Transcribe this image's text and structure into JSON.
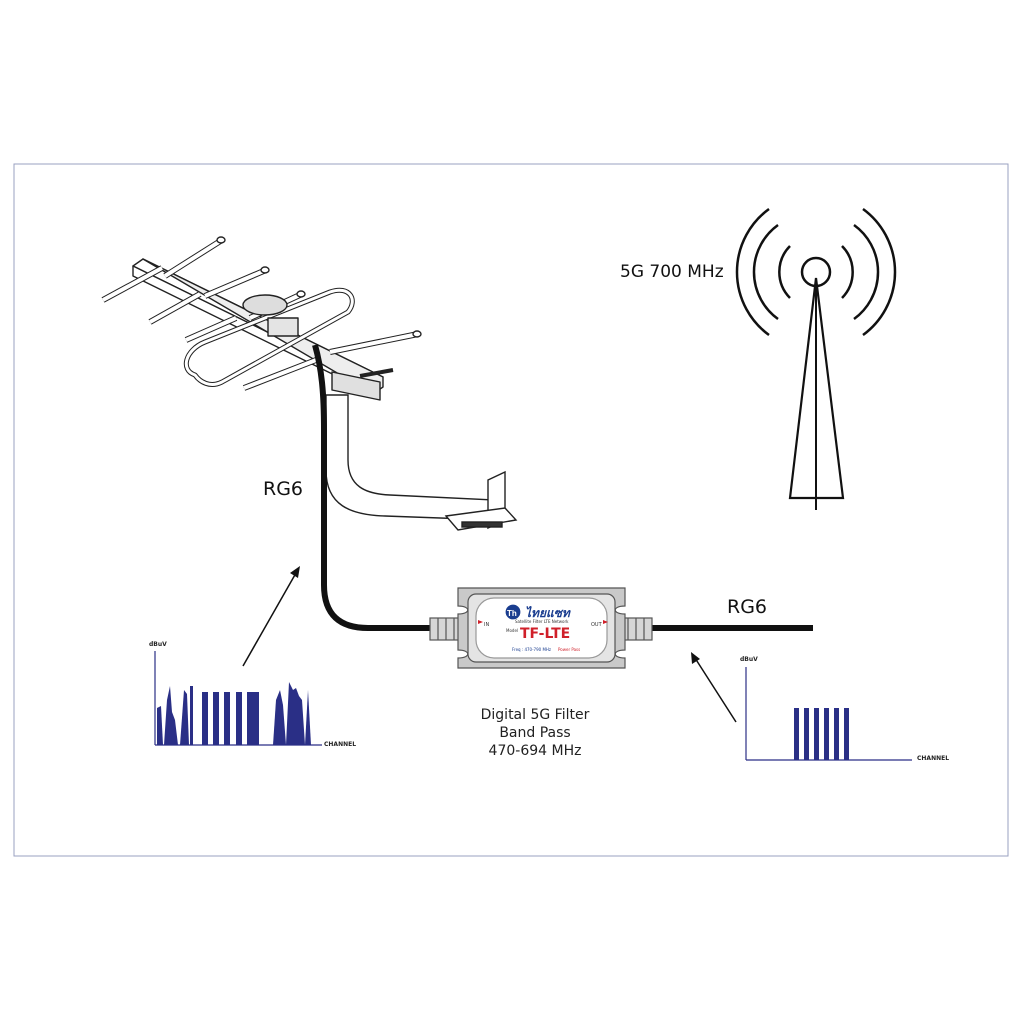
{
  "labels": {
    "cable_left": "RG6",
    "cable_right": "RG6",
    "tower": "5G  700 MHz",
    "filter_caption_line1": "Digital 5G Filter",
    "filter_caption_line2": "Band Pass",
    "filter_caption_line3": "470-694 MHz"
  },
  "filter_box": {
    "brand": "ไทยแซท",
    "tagline": "Satellite Filter LTE Network",
    "model_prefix": "Model",
    "model": "TF-LTE",
    "port_in": "IN",
    "port_out": "OUT",
    "freq": "Freq : 470-790 MHz",
    "power": "Power Pass"
  },
  "spectrum_before": {
    "y_label": "dBuV",
    "x_label": "CHANNEL"
  },
  "spectrum_after": {
    "y_label": "dBuV",
    "x_label": "CHANNEL"
  },
  "colors": {
    "frame": "#9aa0c0",
    "bars": "#2a2f86",
    "cable": "#111111",
    "axis": "#2a2f86",
    "brand_red": "#d0202a",
    "brand_blue": "#1a3d8f"
  }
}
